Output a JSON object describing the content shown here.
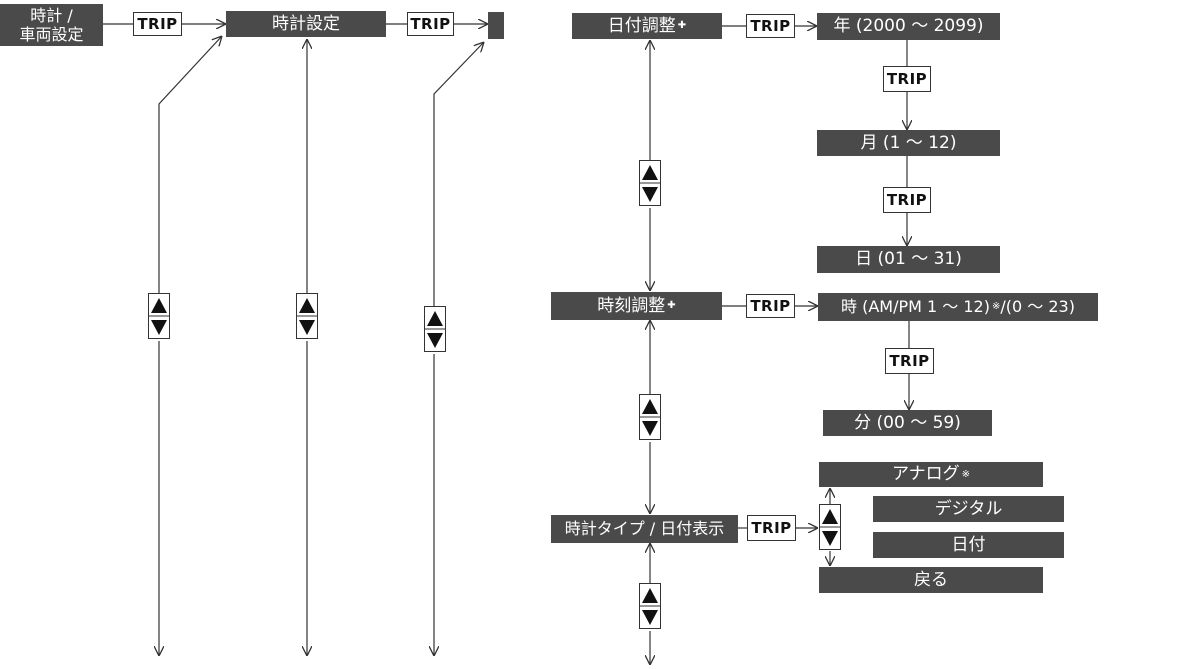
{
  "left_chain": {
    "menu": [
      "時計 /",
      "車両設定"
    ],
    "clock_setting": "時計設定",
    "trip_1": "TRIP",
    "trip_2": "TRIP"
  },
  "date_adjust": {
    "label": "日付調整",
    "mark": "✚",
    "trip": "TRIP",
    "year": "年 (2000 〜 2099)",
    "trip_year_month": "TRIP",
    "month": "月 (1 〜 12)",
    "trip_month_day": "TRIP",
    "day": "日 (01 〜 31)"
  },
  "time_adjust": {
    "label": "時刻調整",
    "mark": "✚",
    "trip": "TRIP",
    "hour_prefix": "時 (AM/PM 1 〜 12)",
    "hour_note": "※",
    "hour_suffix": "/(0 〜 23)",
    "trip_hour_minute": "TRIP",
    "minute": "分 (00 〜 59)"
  },
  "clock_type": {
    "label": "時計タイプ / 日付表示",
    "trip": "TRIP",
    "options": [
      {
        "label": "アナログ",
        "note": "※"
      },
      {
        "label": "デジタル"
      },
      {
        "label": "日付"
      },
      {
        "label": "戻る"
      }
    ]
  },
  "icons": {
    "up": "up-triangle-icon",
    "down": "down-triangle-icon",
    "arrow": "arrow-icon"
  },
  "colors": {
    "box_fill": "#4a4a4a",
    "box_text": "#ffffff",
    "line": "#333333"
  }
}
